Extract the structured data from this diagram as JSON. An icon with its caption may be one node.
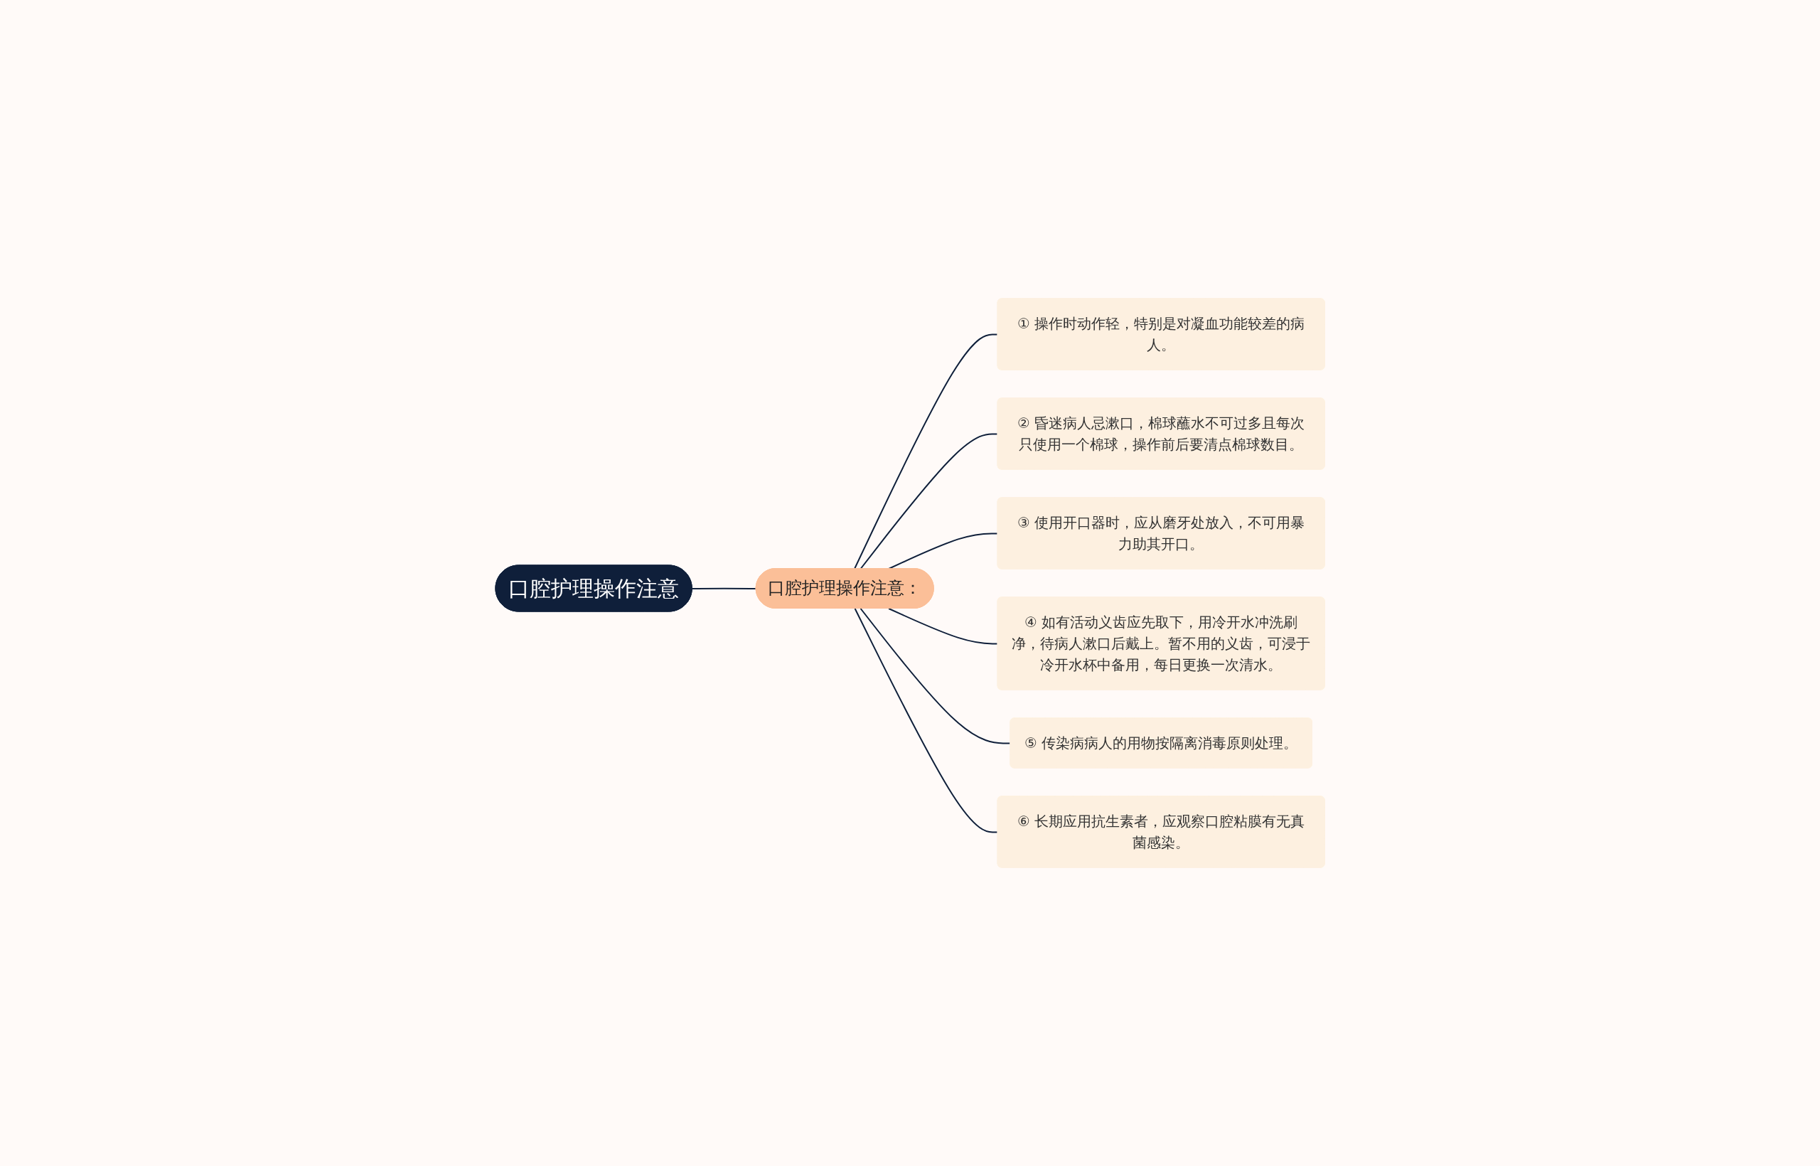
{
  "diagram": {
    "nodes": [
      {
        "text": [
          "口腔护理操作注意"
        ]
      },
      {
        "text": [
          "口腔护理操作注意："
        ]
      },
      {
        "text": [
          "① 操作时动作轻，特别是对凝血功能较差的病人。"
        ]
      },
      {
        "text": [
          "② 昏迷病人忌漱口，棉球蘸水不可过多且每次只使用一个棉球，操作前后要清点棉球数目。"
        ]
      },
      {
        "text": [
          "③ 使用开口器时，应从磨牙处放入，不可用暴力助其开口。"
        ]
      },
      {
        "text": [
          "④ 如有活动义齿应先取下，用冷开水冲洗刷净，待病人漱口后戴上。暂不用的义齿，可浸于冷开水杯中备用，每日更换一次清水。"
        ]
      },
      {
        "text": [
          "⑤ 传染病病人的用物按隔离消毒原则处理。"
        ]
      },
      {
        "text": [
          "⑥ 长期应用抗生素者，应观察口腔粘膜有无真菌感染。"
        ]
      }
    ],
    "edges": [
      {
        "from": 0,
        "to": 1,
        "arrow": "none"
      },
      {
        "from": 1,
        "to": 2,
        "arrow": "none"
      },
      {
        "from": 1,
        "to": 3,
        "arrow": "none"
      },
      {
        "from": 1,
        "to": 4,
        "arrow": "none"
      },
      {
        "from": 1,
        "to": 5,
        "arrow": "none"
      },
      {
        "from": 1,
        "to": 6,
        "arrow": "none"
      },
      {
        "from": 1,
        "to": 7,
        "arrow": "none"
      }
    ]
  }
}
